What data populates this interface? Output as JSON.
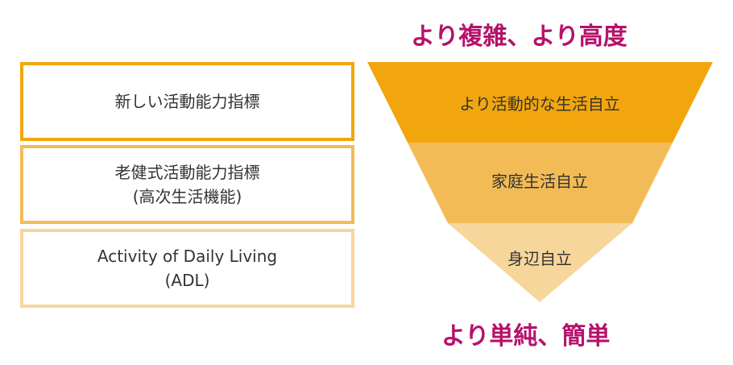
{
  "left_boxes": [
    {
      "lines": [
        "新しい活動能力指標"
      ]
    },
    {
      "lines": [
        "老健式活動能力指標",
        "(高次生活機能)"
      ]
    },
    {
      "lines": [
        "Activity of Daily Living",
        "(ADL)"
      ]
    }
  ],
  "pyramid": {
    "top_label": "より複雑、より高度",
    "bottom_label": "より単純、簡単",
    "tiers": [
      {
        "label": "より活動的な生活自立",
        "color": "#f2a60d"
      },
      {
        "label": "家庭生活自立",
        "color": "#f3bb55"
      },
      {
        "label": "身辺自立",
        "color": "#f7d69b"
      }
    ]
  },
  "colors": {
    "heading": "#b5126a",
    "text": "#333333"
  }
}
